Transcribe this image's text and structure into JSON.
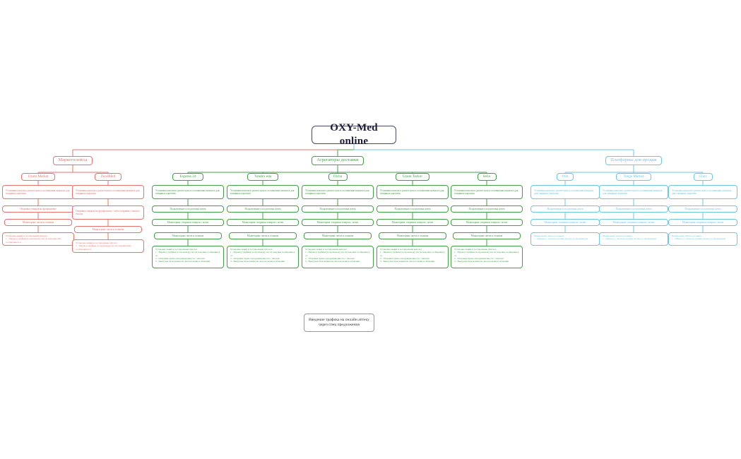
{
  "diagram": {
    "type": "mind-map",
    "root": {
      "label": "OXY-Med online"
    },
    "note": {
      "label": "Введение трафика на онлайн аптеку через спец предложения"
    },
    "colors": {
      "marketplaces": "#e8736e",
      "delivery": "#43a047",
      "platforms": "#6ec6e8",
      "root_text": "#1b1b3a"
    },
    "branches": [
      {
        "id": "marketplaces",
        "label": "Маркетплейсы",
        "color": "#e8736e",
        "children": [
          {
            "label": "Uzum Market",
            "steps": [
              "Установка каталога: расчет цен и составление каталога для товарных карточек",
              "Отправка товаров на фулфилмент",
              "Мониторинг чатов и отзывов",
              "Установка акций и тестирование гипотез\n1 - Перевод трафика по промокоду после покупки или сообщения в лс"
            ]
          },
          {
            "label": "ZoodMall",
            "steps": [
              "Установка каталога: расчет цен и составление каталога для товарных карточек",
              "Отправка товаров на фулфилмент / либо отправка с нашего склада",
              "Мониторинг чатов и отзывов",
              "Установка акций и тестирование гипотез\n1 - Перевод трафика по промокоду после покупки или сообщения в лс"
            ]
          }
        ]
      },
      {
        "id": "delivery",
        "label": "Агрегаторы доставки",
        "color": "#43a047",
        "children": [
          {
            "label": "Express 24",
            "steps": [
              "Установка каталога: расчет цен и составление каталога для товарных карточек",
              "Подключение и подготовка аптек",
              "Мониторинг отправки товаров с аптек",
              "Мониторинг чатов и отзывов",
              "Установка акций и тестирование гипотез\n1 - Перевод трафика по промокоду после покупки сообщения в лс\n2 - Отправка промо-продукции вместе с заказом\n3 - Выгрузка базы клиентов для рассылки и обзвонки"
            ]
          },
          {
            "label": "Yandex eda",
            "steps": [
              "Установка каталога: расчет цен и составление каталога для товарных карточек",
              "Подключение и подготовка аптек",
              "Мониторинг отправки товаров с аптек",
              "Мониторинг чатов и отзывов",
              "Установка акций и тестирование гипотез\n1 - Перевод трафика по промокоду после покупки сообщения в лс\n2 - Отправка промо-продукции вместе с заказом\n3 - Выгрузка базы клиентов для рассылки и обзвонки"
            ]
          },
          {
            "label": "Olcha",
            "steps": [
              "Установка каталога: расчет цен и составление каталога для товарных карточек",
              "Подключение и подготовка аптек",
              "Мониторинг отправки товаров с аптек",
              "Мониторинг чатов и отзывов",
              "Установка акций и тестирование гипотез\n1 - Перевод трафика по промокоду после покупки сообщения в лс\n2 - Отправка промо-продукции вместе с заказом\n3 - Выгрузка базы клиентов для рассылки и обзвонки"
            ]
          },
          {
            "label": "Uzum Tezkor",
            "steps": [
              "Установка каталога: расчет цен и составление каталога для товарных карточек",
              "Подключение и подготовка аптек",
              "Мониторинг отправки товаров с аптек",
              "Мониторинг чатов и отзывов",
              "Установка акций и тестирование гипотез\n1 - Перевод трафика по промокоду после покупки сообщения в лс\n2 - Отправка промо-продукции вместе с заказом\n3 - Выгрузка базы клиентов для рассылки и обзвонки"
            ]
          },
          {
            "label": "Selio",
            "steps": [
              "Установка каталога: расчет цен и составление каталога для товарных карточек",
              "Подключение и подготовка аптек",
              "Мониторинг отправки товаров с аптек",
              "Мониторинг чатов и отзывов",
              "Установка акций и тестирование гипотез\n1 - Перевод трафика по промокоду после покупки сообщения в лс\n2 - Отправка промо-продукции вместе с заказом\n3 - Выгрузка базы клиентов для рассылки и обзвонки"
            ]
          }
        ]
      },
      {
        "id": "platforms",
        "label": "Платформы для продаж",
        "color": "#6ec6e8",
        "children": [
          {
            "label": "Oila",
            "steps": [
              "Установка каталога: расчет цен и составление каталога для товарных карточек",
              "Подключение и подготовка аптек",
              "Мониторинг отправки товаров с аптек",
              "Мониторинг чатов и отзывов\n1 - Перевод с чатов на онлайн аптеку по промокодам"
            ]
          },
          {
            "label": "Tenge Market",
            "steps": [
              "Установка каталога: расчет цен и составление каталога для товарных карточек",
              "Подключение и подготовка аптек",
              "Мониторинг отправки товаров с аптек",
              "Мониторинг чатов и отзывов\n1 - Перевод с чатов на онлайн аптеку по промокодам"
            ]
          },
          {
            "label": "Glotr",
            "steps": [
              "Установка каталога: расчет цен и составление каталога для товарных карточек",
              "Подключение и подготовка аптек",
              "Мониторинг отправки товаров с аптек",
              "Мониторинг чатов и отзывов\n1 - Перевод с чатов на онлайн аптеку по промокодам"
            ]
          }
        ]
      }
    ]
  }
}
